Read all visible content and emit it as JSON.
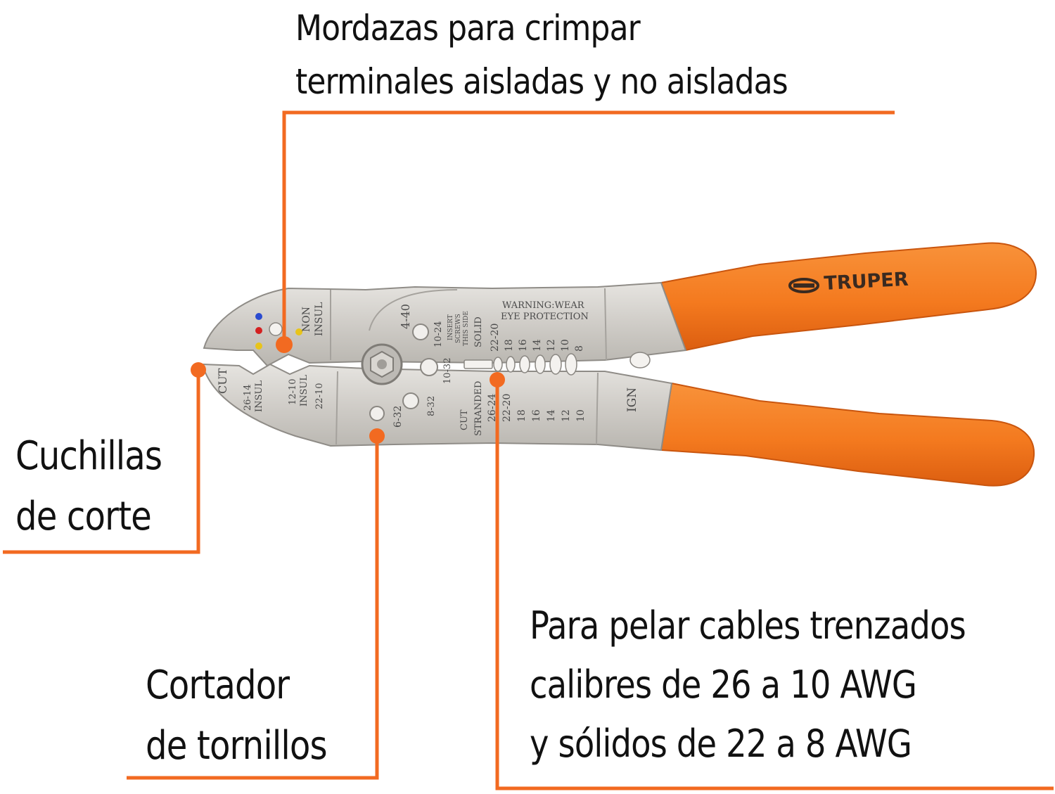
{
  "callouts": {
    "crimp_jaws": {
      "line1": "Mordazas para crimpar",
      "line2": "terminales aisladas y no aisladas"
    },
    "cutting_blades": {
      "line1": "Cuchillas",
      "line2": "de corte"
    },
    "bolt_cutter": {
      "line1": "Cortador",
      "line2": "de tornillos"
    },
    "wire_stripper": {
      "line1": "Para pelar cables trenzados",
      "line2": "calibres de 26 a 10 AWG",
      "line3": "y sólidos de 22 a 8 AWG"
    }
  },
  "tool": {
    "brand": "TRUPER",
    "engravings": {
      "non_insul_1": "NON",
      "non_insul_2": "INSUL",
      "cut": "CUT",
      "insul_26_14_a": "26-14",
      "insul_26_14_b": "INSUL",
      "insul_12_10_a": "12-10",
      "insul_12_10_b": "INSUL",
      "insul_12_10_c": "22-10",
      "screw_4_40": "4-40",
      "screw_10_24": "10-24",
      "screw_10_32": "10-32",
      "screw_8_32": "8-32",
      "screw_6_32": "6-32",
      "insert_1": "INSERT",
      "insert_2": "SCREWS",
      "insert_3": "THIS SIDE",
      "warning_1": "WARNING:WEAR",
      "warning_2": "EYE PROTECTION",
      "solid": "SOLID",
      "cut_stranded_1": "CUT",
      "cut_stranded_2": "STRANDED",
      "ign": "IGN",
      "solid_gauges": [
        "22-20",
        "18",
        "16",
        "14",
        "12",
        "10",
        "8"
      ],
      "stranded_gauges": [
        "26-24",
        "22-20",
        "18",
        "16",
        "14",
        "12",
        "10"
      ]
    }
  },
  "colors": {
    "accent": "#F26A21",
    "handle": "#F47A1F",
    "handle_shade": "#D9580C",
    "steel": "#D2D0CC",
    "steel_dark": "#9A9894",
    "text": "#111111"
  }
}
